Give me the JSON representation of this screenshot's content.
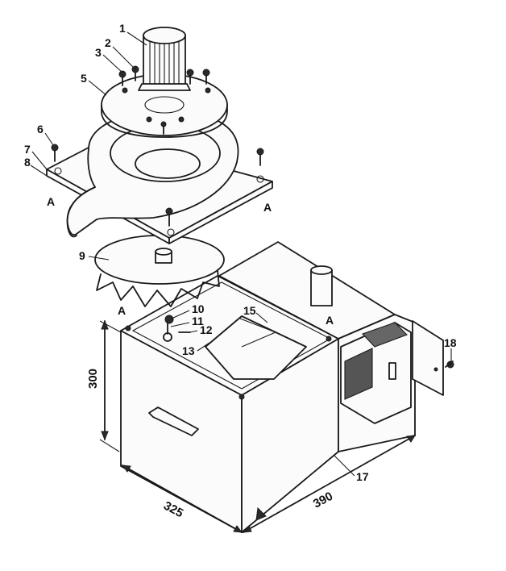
{
  "parts": [
    {
      "num": "1"
    },
    {
      "num": "2"
    },
    {
      "num": "3"
    },
    {
      "num": "5"
    },
    {
      "num": "6"
    },
    {
      "num": "7"
    },
    {
      "num": "8"
    },
    {
      "num": "9"
    },
    {
      "num": "10"
    },
    {
      "num": "11"
    },
    {
      "num": "12"
    },
    {
      "num": "13"
    },
    {
      "num": "15"
    },
    {
      "num": "17"
    },
    {
      "num": "18"
    }
  ],
  "section_marker": "A",
  "dimensions": {
    "height": "300",
    "width": "325",
    "depth": "390"
  }
}
